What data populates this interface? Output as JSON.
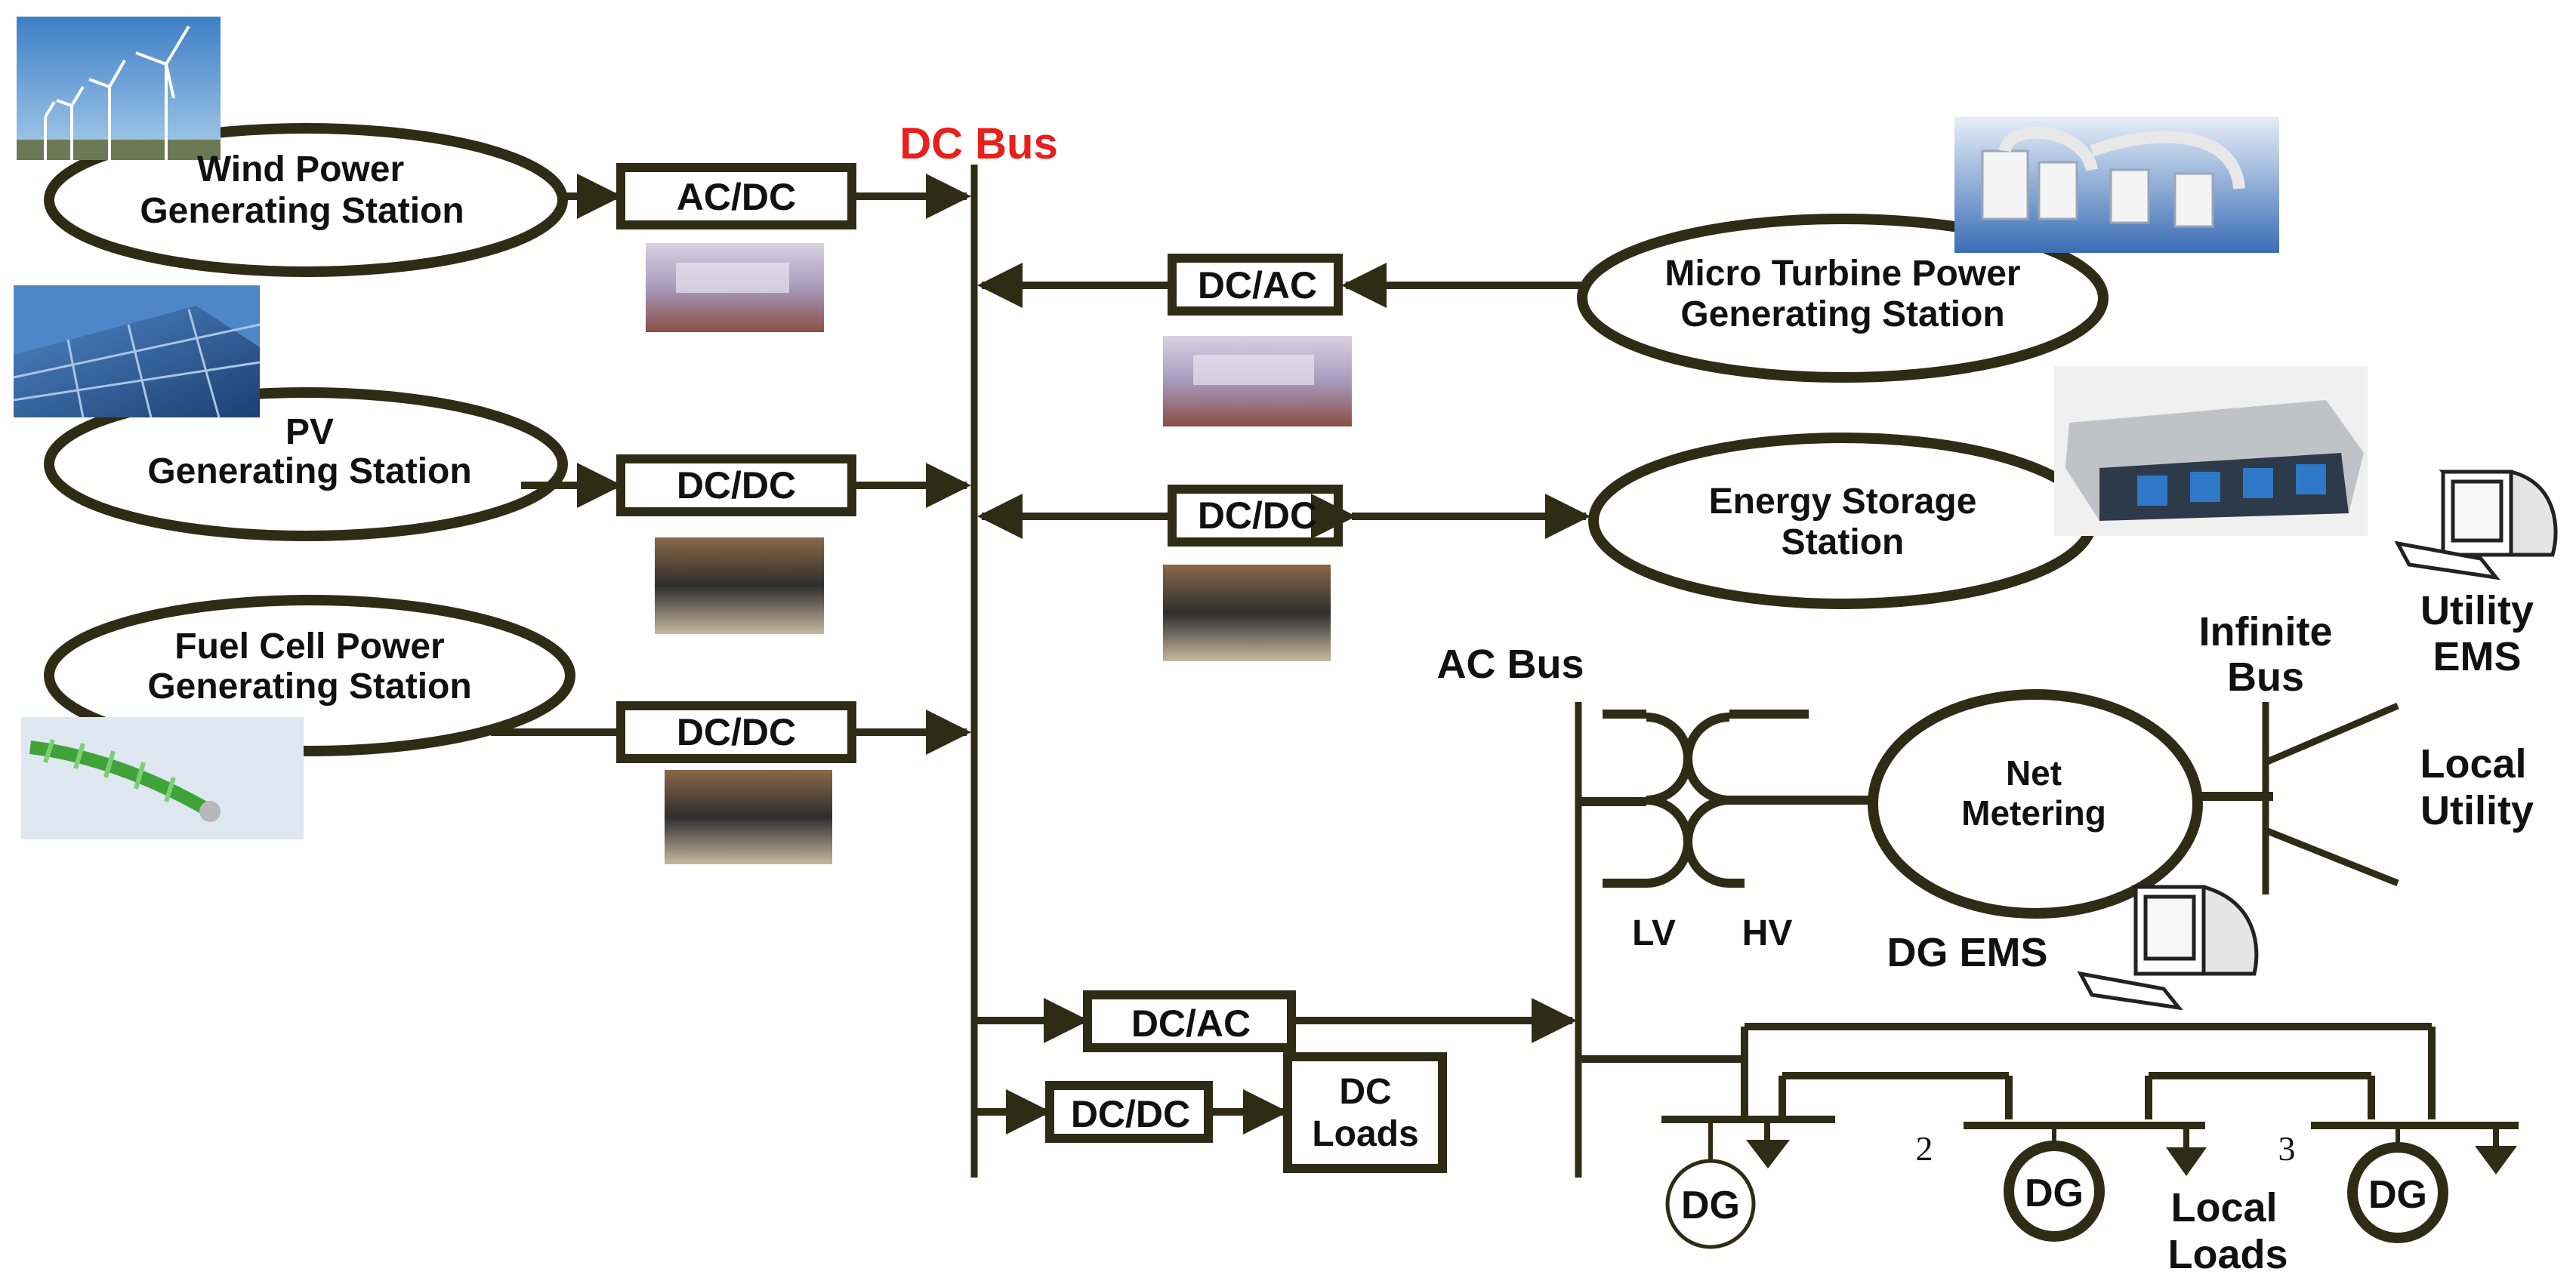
{
  "colors": {
    "line": "#2f2c16",
    "dc_bus_label": "#e8201c",
    "text": "#111111"
  },
  "buses": {
    "dc": "DC Bus",
    "ac": "AC Bus"
  },
  "sources": {
    "wind": {
      "line1": "Wind Power",
      "line2": "Generating Station",
      "converter": "AC/DC"
    },
    "pv": {
      "line1": "PV",
      "line2": "Generating Station",
      "converter": "DC/DC"
    },
    "fuel": {
      "line1": "Fuel Cell Power",
      "line2": "Generating Station",
      "converter": "DC/DC"
    },
    "micro": {
      "line1": "Micro Turbine Power",
      "line2": "Generating Station",
      "converter": "DC/AC"
    },
    "storage": {
      "line1": "Energy Storage",
      "line2": "Station",
      "converter": "DC/DC"
    }
  },
  "outputs": {
    "dcac": "DC/AC",
    "dcdc": "DC/DC",
    "dc_loads": {
      "line1": "DC",
      "line2": "Loads"
    }
  },
  "transformer": {
    "lv": "LV",
    "hv": "HV"
  },
  "net_metering": {
    "line1": "Net",
    "line2": "Metering"
  },
  "infinite_bus": {
    "line1": "Infinite",
    "line2": "Bus"
  },
  "utility_ems": {
    "line1": "Utility",
    "line2": "EMS"
  },
  "local_utility": {
    "line1": "Local",
    "line2": "Utility"
  },
  "dg_ems": "DG EMS",
  "dg_units": [
    "DG",
    "DG",
    "DG"
  ],
  "bus_numbers": [
    "2",
    "3"
  ],
  "local_loads": {
    "line1": "Local",
    "line2": "Loads"
  },
  "icons": [
    "wind-turbine-photo",
    "solar-panel-photo",
    "fuel-cell-photo",
    "converter-photo",
    "micro-turbine-photo",
    "battery-storage-photo",
    "computer-monitor-icon"
  ]
}
